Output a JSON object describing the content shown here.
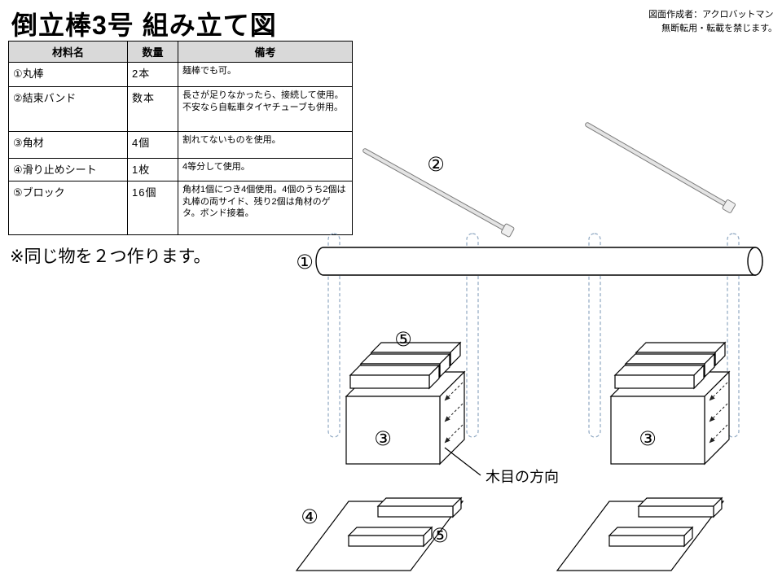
{
  "title": "倒立棒3号 組み立て図",
  "credit": {
    "author": "図面作成者：アクロバットマン",
    "notice": "無断転用・転載を禁じます。"
  },
  "materials_table": {
    "headers": [
      "材料名",
      "数量",
      "備考"
    ],
    "rows": [
      {
        "name": "①丸棒",
        "qty": "2本",
        "remark": "麺棒でも可。"
      },
      {
        "name": "②結束バンド",
        "qty": "数本",
        "remark": "長さが足りなかったら、接続して使用。不安なら自転車タイヤチューブも併用。"
      },
      {
        "name": "③角材",
        "qty": "4個",
        "remark": "割れてないものを使用。"
      },
      {
        "name": "④滑り止めシート",
        "qty": "1枚",
        "remark": "4等分して使用。"
      },
      {
        "name": "⑤ブロック",
        "qty": "16個",
        "remark": "角材1個につき4個使用。4個のうち2個は丸棒の両サイド、残り2個は角材のゲタ。ボンド接着。"
      }
    ]
  },
  "note": "※同じ物を２つ作ります。",
  "diagram": {
    "labels": {
      "rod": "①",
      "cable_tie": "②",
      "lumber": "③",
      "sheet": "④",
      "block": "⑤"
    },
    "grain_label": "木目の方向"
  }
}
